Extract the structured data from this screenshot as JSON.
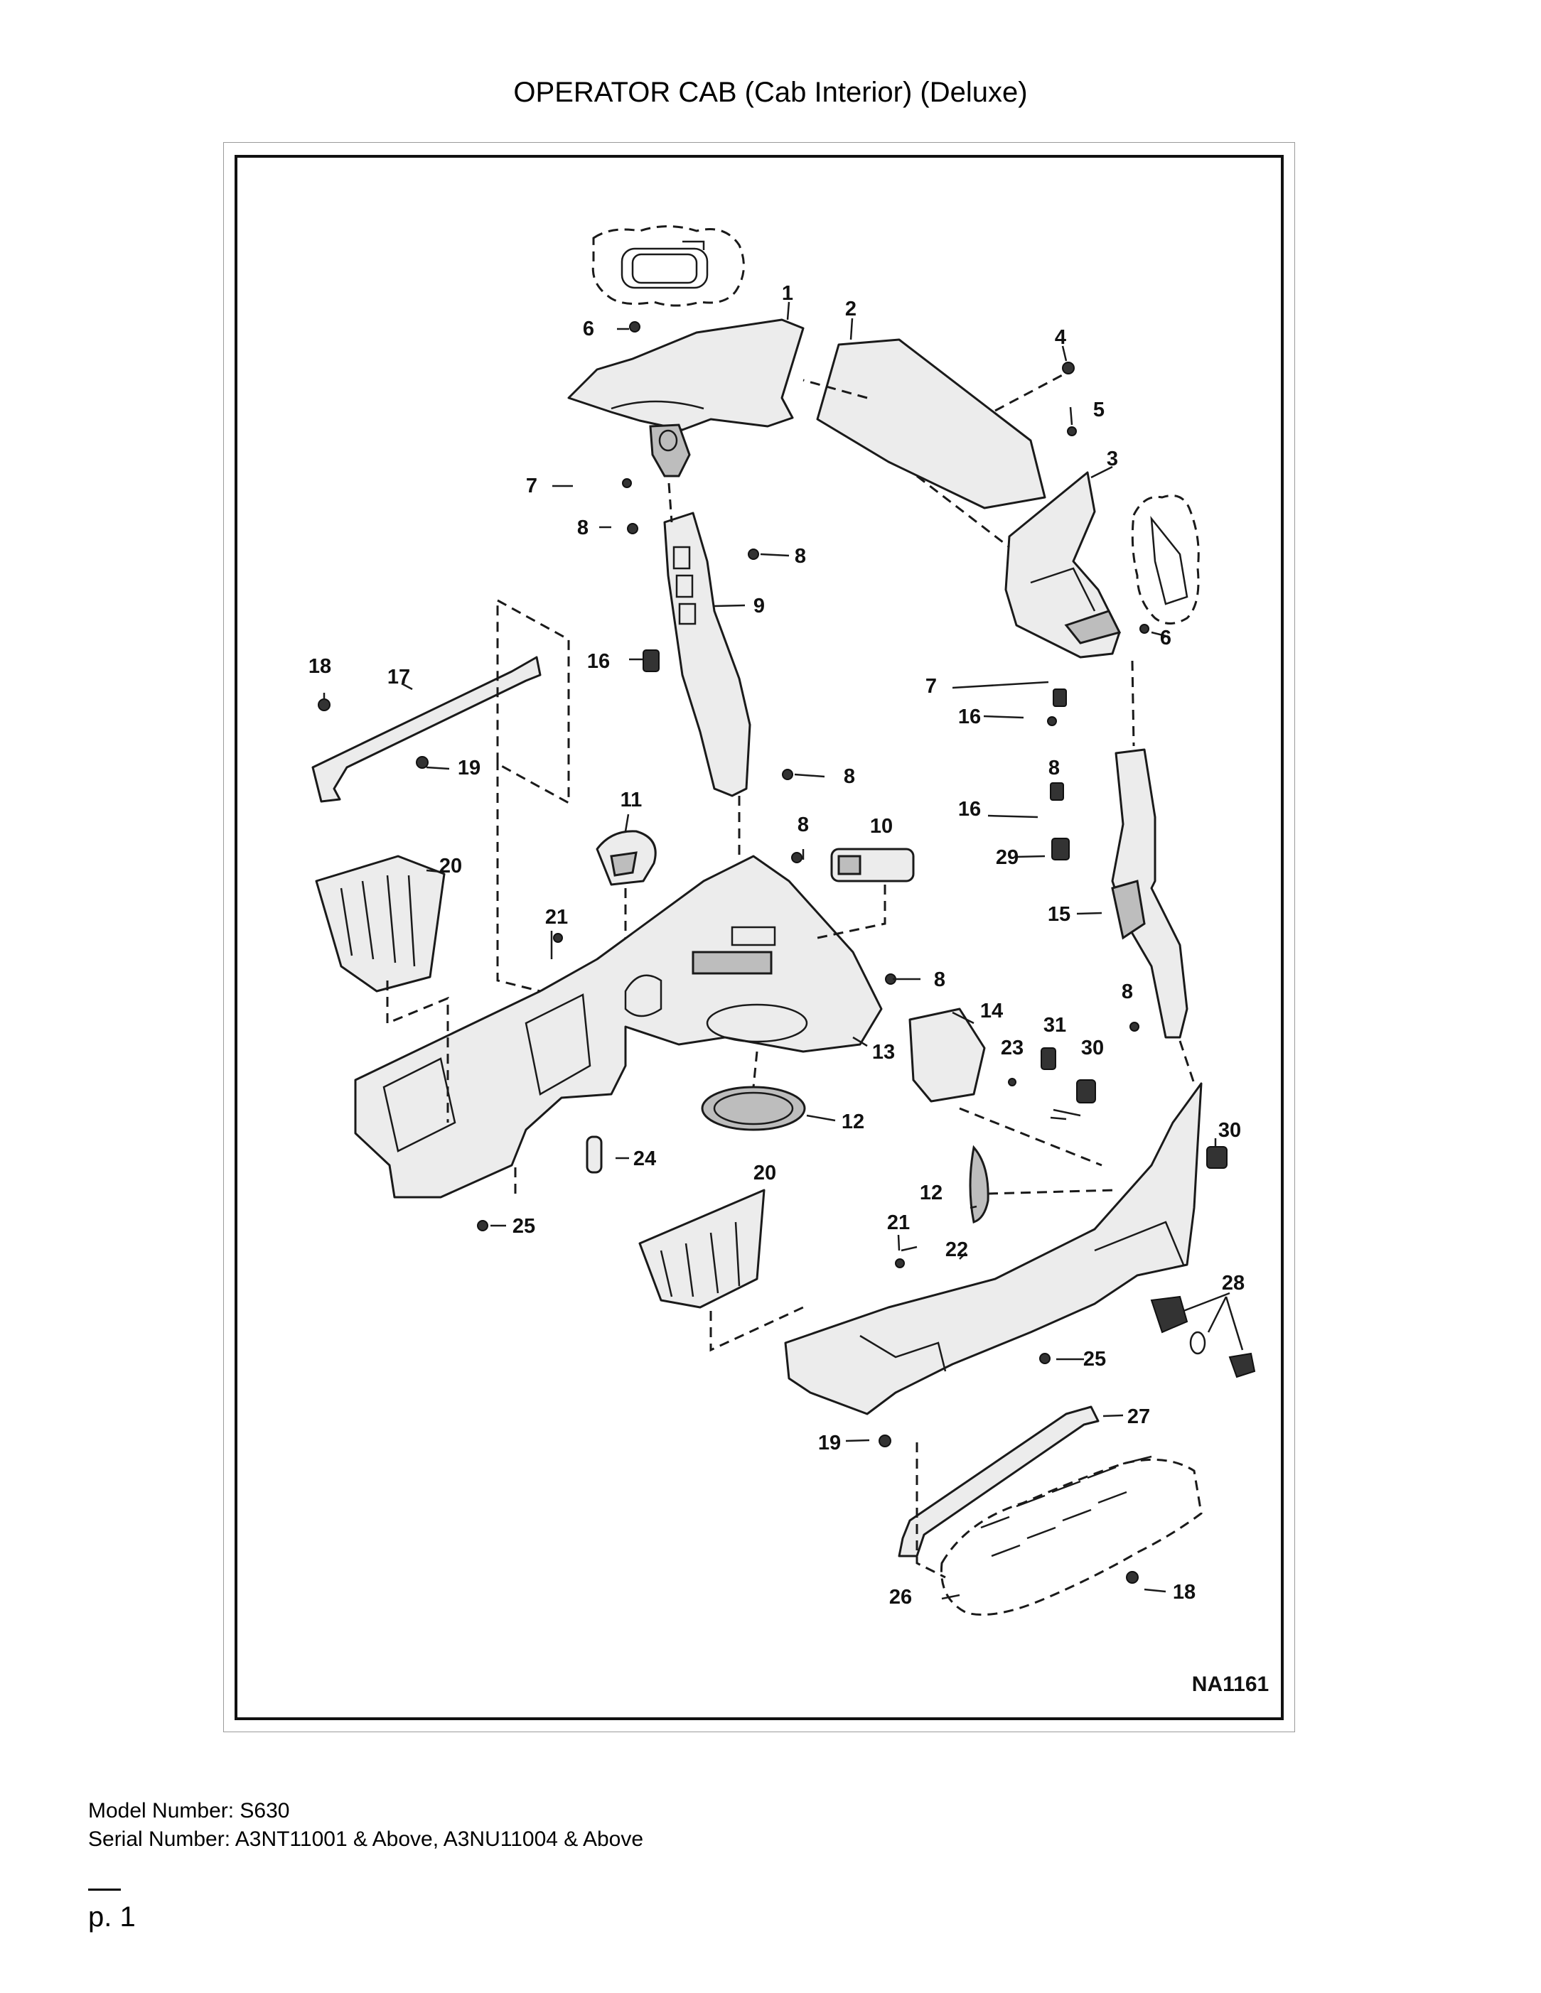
{
  "page": {
    "title": "OPERATOR CAB (Cab Interior) (Deluxe)",
    "model_line": "Model Number: S630",
    "serial_line": "Serial Number: A3NT11001 & Above, A3NU11004 & Above",
    "page_number": "p. 1"
  },
  "figure": {
    "id": "NA1161",
    "callouts": [
      "1",
      "2",
      "3",
      "4",
      "5",
      "6",
      "6",
      "7",
      "7",
      "8",
      "8",
      "8",
      "8",
      "8",
      "8",
      "8",
      "9",
      "10",
      "11",
      "12",
      "12",
      "13",
      "14",
      "15",
      "16",
      "16",
      "16",
      "17",
      "18",
      "18",
      "19",
      "19",
      "20",
      "20",
      "21",
      "21",
      "22",
      "23",
      "24",
      "25",
      "25",
      "26",
      "27",
      "28",
      "29",
      "30",
      "30",
      "31"
    ]
  }
}
